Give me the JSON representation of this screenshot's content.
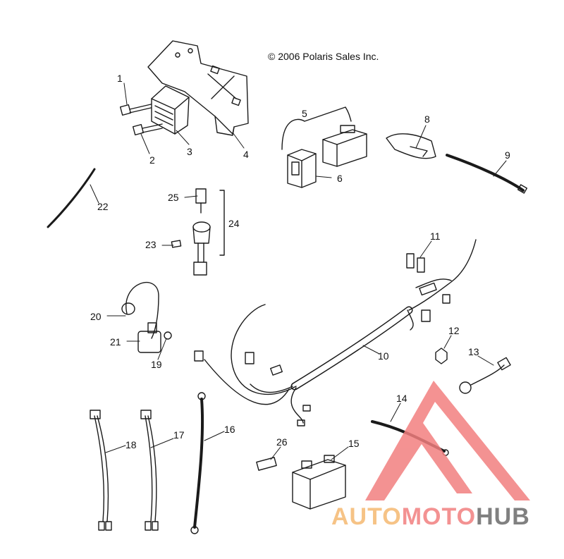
{
  "copyright": "© 2006 Polaris Sales Inc.",
  "callouts": [
    "1",
    "2",
    "3",
    "4",
    "5",
    "6",
    "8",
    "9",
    "22",
    "25",
    "24",
    "23",
    "11",
    "20",
    "21",
    "19",
    "12",
    "13",
    "10",
    "14",
    "18",
    "17",
    "16",
    "26",
    "15"
  ],
  "watermark": {
    "part1": "AUTO",
    "part2": "MOTO",
    "part3": "HUB"
  },
  "colors": {
    "line": "#1a1a1a",
    "wm_orange": "#f5b971",
    "wm_red": "#f27f7f",
    "wm_gray": "#6b6b6b"
  }
}
